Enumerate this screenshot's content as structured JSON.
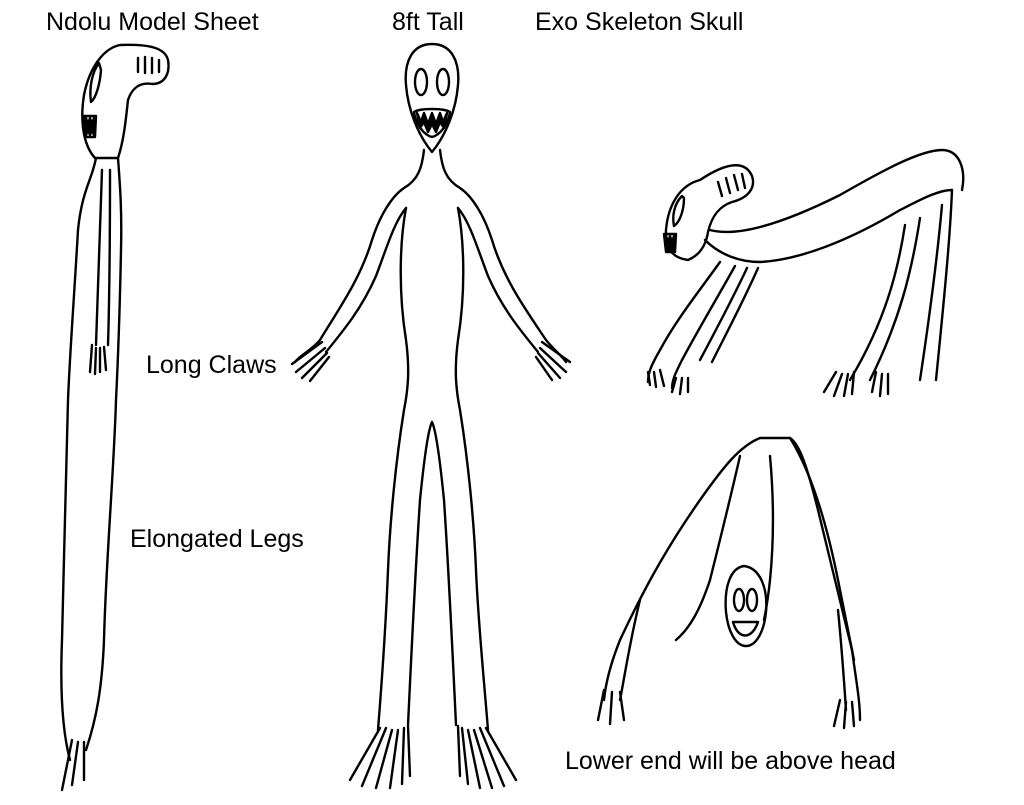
{
  "labels": {
    "title": "Ndolu Model Sheet",
    "height": "8ft Tall",
    "skull": "Exo Skeleton Skull",
    "claws": "Long Claws",
    "legs": "Elongated Legs",
    "lower_end": "Lower end will be above head"
  },
  "colors": {
    "line": "#000000",
    "background": "#ffffff"
  }
}
